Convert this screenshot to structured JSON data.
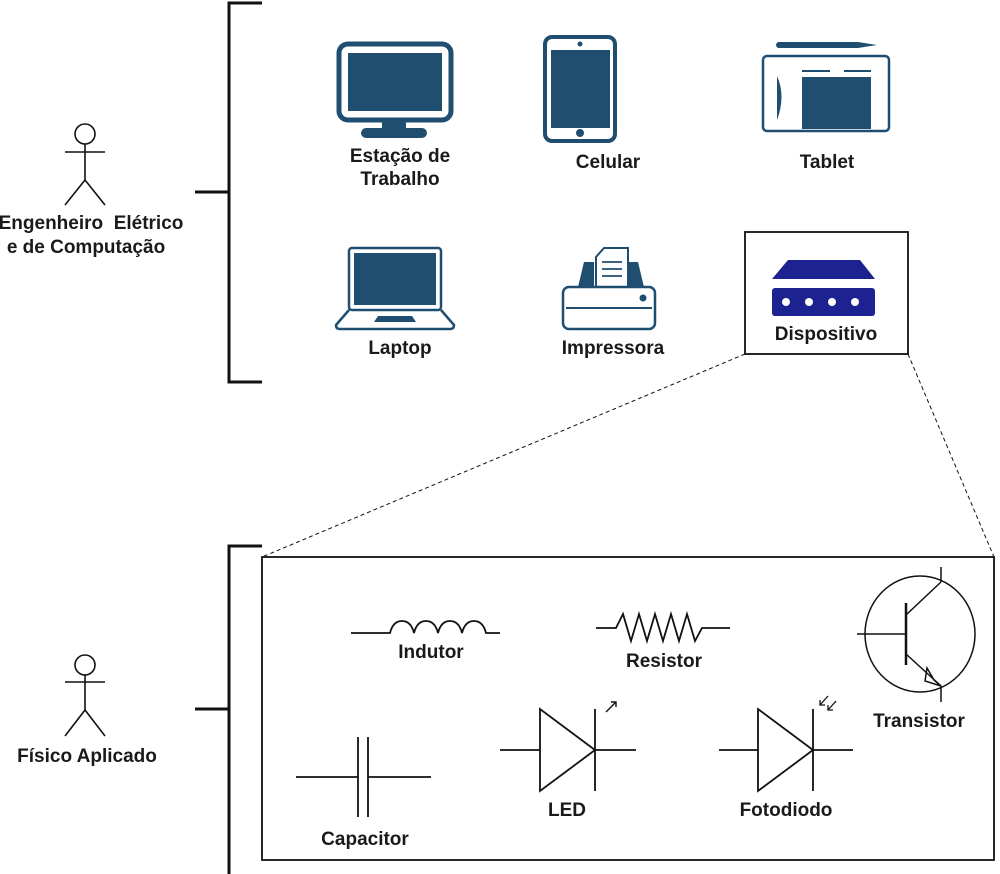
{
  "colors": {
    "icon_blue": "#1f4e70",
    "device_blue": "#1c2390",
    "line": "#111111"
  },
  "actors": [
    {
      "label_line1": "Engenheiro  Elétrico",
      "label_line2": "e de Computação",
      "icon": "stick-figure-icon"
    },
    {
      "label_line1": "Físico Aplicado",
      "icon": "stick-figure-icon"
    }
  ],
  "devices": [
    {
      "label_line1": "Estação de",
      "label_line2": "Trabalho",
      "icon": "monitor-icon"
    },
    {
      "label_line1": "Celular",
      "icon": "phone-icon"
    },
    {
      "label_line1": "Tablet",
      "icon": "tablet-icon"
    },
    {
      "label_line1": "Laptop",
      "icon": "laptop-icon"
    },
    {
      "label_line1": "Impressora",
      "icon": "printer-icon"
    },
    {
      "label_line1": "Dispositivo",
      "icon": "device-icon"
    }
  ],
  "components": [
    {
      "label": "Indutor",
      "icon": "inductor-symbol-icon"
    },
    {
      "label": "Resistor",
      "icon": "resistor-symbol-icon"
    },
    {
      "label": "Transistor",
      "icon": "transistor-symbol-icon"
    },
    {
      "label": "Capacitor",
      "icon": "capacitor-symbol-icon"
    },
    {
      "label": "LED",
      "icon": "led-symbol-icon"
    },
    {
      "label": "Fotodiodo",
      "icon": "photodiode-symbol-icon"
    }
  ]
}
